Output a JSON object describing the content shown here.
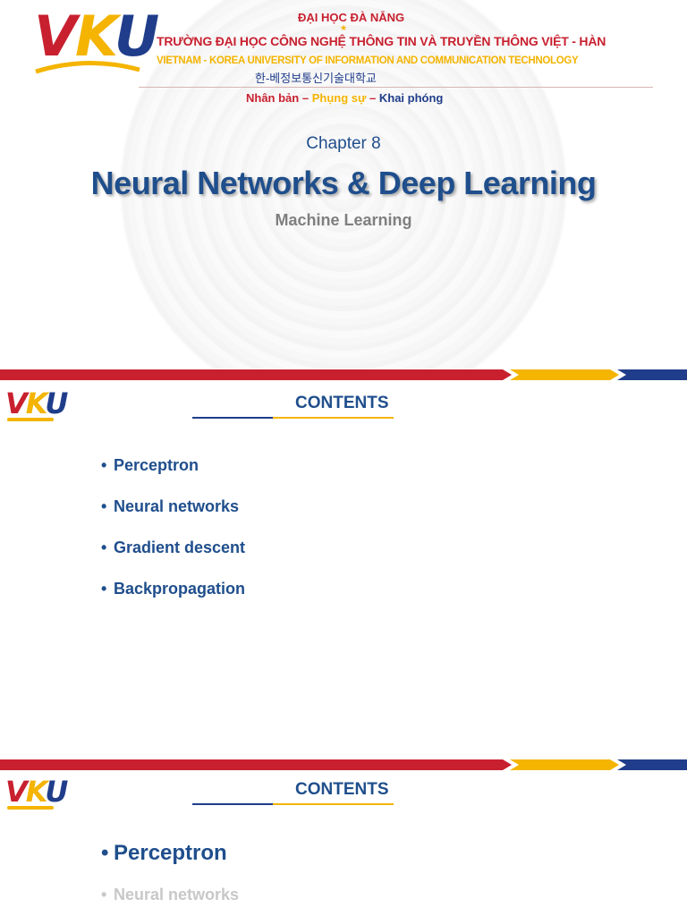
{
  "logo": {
    "v": "V",
    "k": "K",
    "u": "U"
  },
  "header": {
    "university_group": "ĐẠI HỌC ĐÀ NẴNG",
    "star": "★",
    "university_vn": "TRƯỜNG ĐẠI HỌC CÔNG NGHỆ THÔNG TIN VÀ TRUYỀN THÔNG VIỆT - HÀN",
    "university_en": "VIETNAM - KOREA UNIVERSITY OF INFORMATION AND COMMUNICATION TECHNOLOGY",
    "university_kr": "한-베정보통신기술대학교",
    "motto": {
      "part1": "Nhân bản",
      "sep": " – ",
      "part2": "Phụng sự",
      "part3": "Khai phóng"
    }
  },
  "title_slide": {
    "chapter": "Chapter 8",
    "title": "Neural Networks & Deep Learning",
    "subtitle": "Machine Learning"
  },
  "contents_slide": {
    "heading": "CONTENTS",
    "items": [
      {
        "label": "Perceptron"
      },
      {
        "label": "Neural networks"
      },
      {
        "label": "Gradient descent"
      },
      {
        "label": "Backpropagation"
      }
    ]
  },
  "contents_slide_2": {
    "heading": "CONTENTS",
    "current": "Perceptron",
    "next": "Neural networks"
  },
  "bullet": "•",
  "colors": {
    "red": "#c8202f",
    "yellow": "#f4b400",
    "navy": "#1f3d8a",
    "text_blue": "#1f4e8c",
    "gray": "#7f7f7f"
  }
}
